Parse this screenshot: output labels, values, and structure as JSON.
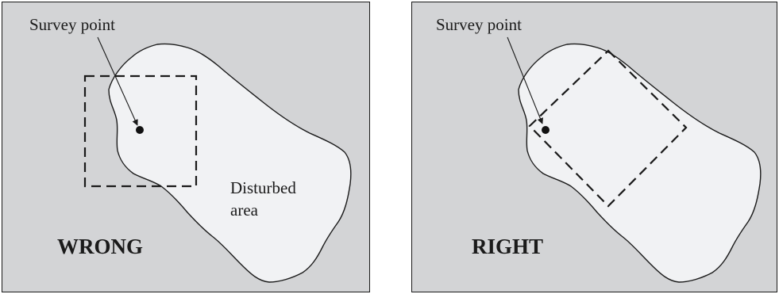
{
  "panels": [
    {
      "id": "wrong",
      "survey_label": "Survey point",
      "area_label_line1": "Disturbed",
      "area_label_line2": "area",
      "verdict": "WRONG"
    },
    {
      "id": "right",
      "survey_label": "Survey point",
      "verdict": "RIGHT"
    }
  ],
  "colors": {
    "background": "#d3d4d6",
    "disturbed_area": "#f1f2f4",
    "ink": "#1a1a1a"
  }
}
